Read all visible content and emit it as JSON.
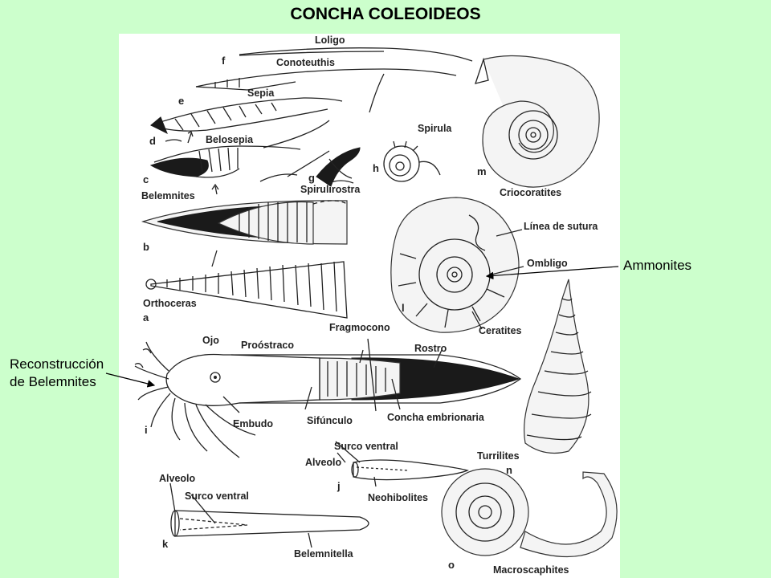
{
  "title": "CONCHA COLEOIDEOS",
  "side_labels": {
    "ammonites": "Ammonites",
    "reconstruccion_line1": "Reconstrucción",
    "reconstruccion_line2": "de Belemnites"
  },
  "plate": {
    "names": {
      "loligo": "Loligo",
      "conoteuthis": "Conoteuthis",
      "sepia": "Sepia",
      "belosepia": "Belosepia",
      "spirula": "Spirula",
      "spirulirostra": "Spirulirostra",
      "belemnites": "Belemnites",
      "orthoceras": "Orthoceras",
      "criocoratites": "Criocoratites",
      "linea_de_sutura": "Línea de sutura",
      "ombligo": "Ombligo",
      "ceratites": "Ceratites",
      "ojo": "Ojo",
      "proostraco": "Proóstraco",
      "fragmocono": "Fragmocono",
      "rostro": "Rostro",
      "embudo": "Embudo",
      "sifunculo": "Sifúnculo",
      "concha_embrionaria": "Concha embrionaria",
      "surco_ventral_j": "Surco ventral",
      "alveolo_j": "Alveolo",
      "neohibolites": "Neohibolites",
      "alveolo_k": "Alveolo",
      "surco_ventral_k": "Surco ventral",
      "belemnitella": "Belemnitella",
      "turrilites": "Turrilites",
      "macroscaphites": "Macroscaphites"
    },
    "letters": {
      "a": "a",
      "b": "b",
      "c": "c",
      "d": "d",
      "e": "e",
      "f": "f",
      "g": "g",
      "h": "h",
      "i": "i",
      "j": "j",
      "k": "k",
      "l": "l",
      "m": "m",
      "n": "n",
      "o": "o"
    }
  }
}
